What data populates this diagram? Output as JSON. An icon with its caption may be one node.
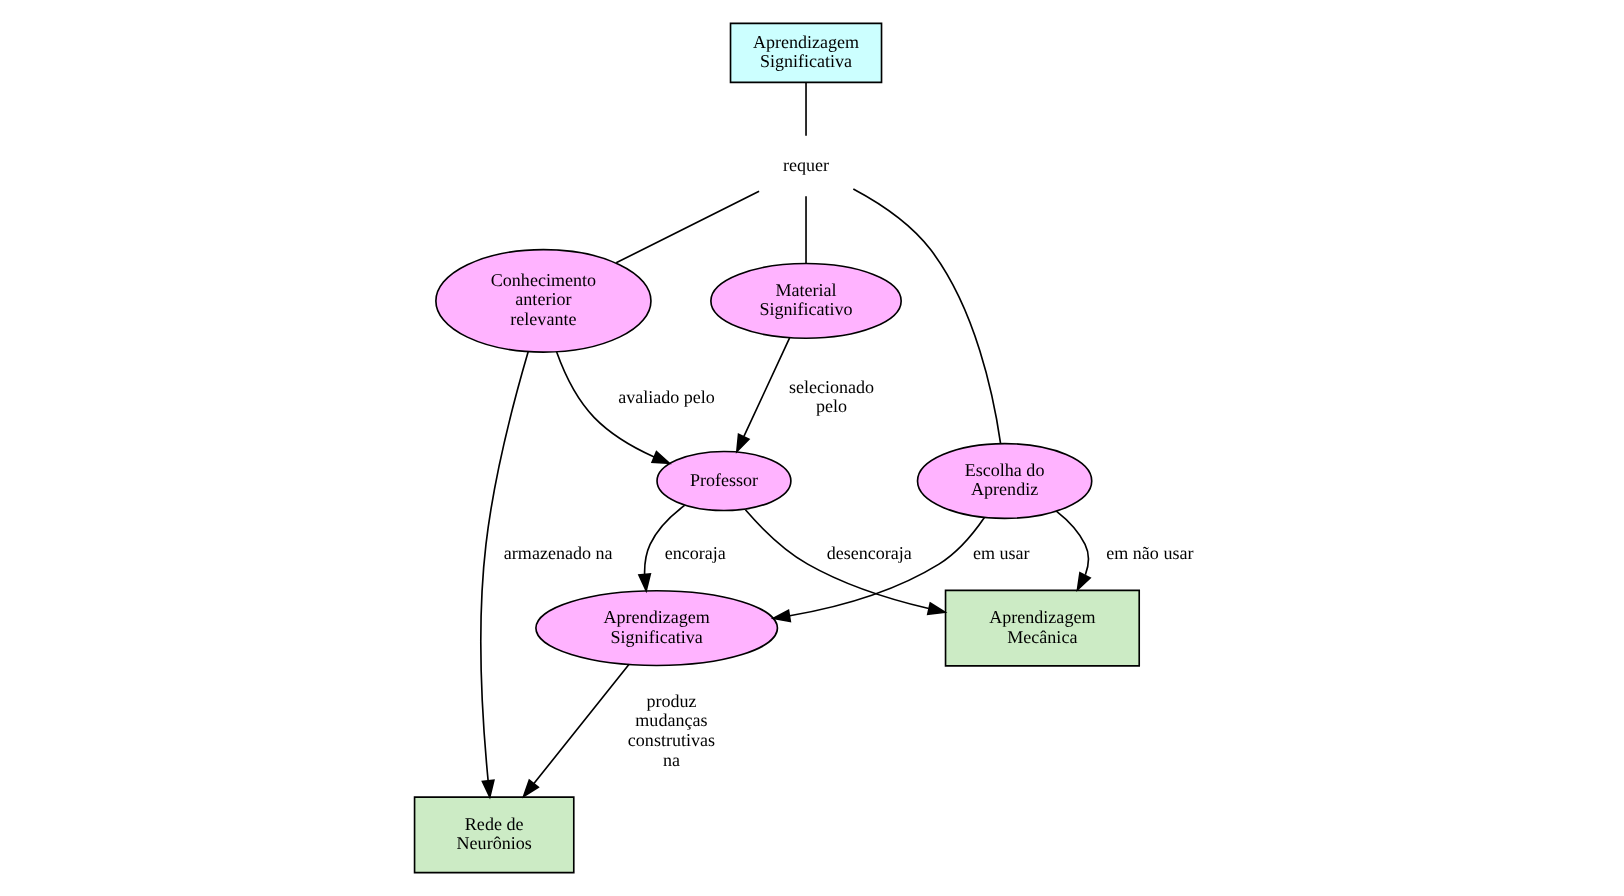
{
  "diagram": {
    "nodes": [
      {
        "text": [
          "Aprendizagem Significativa"
        ]
      },
      {
        "text": [
          "requer"
        ]
      },
      {
        "text": [
          "Conhecimento anterior relevante"
        ]
      },
      {
        "text": [
          "Material Significativo"
        ]
      },
      {
        "text": [
          "Escolha do Aprendiz"
        ]
      },
      {
        "text": [
          "Aprendizagem Significativa"
        ]
      },
      {
        "text": [
          "Professor"
        ]
      },
      {
        "text": [
          "Rede de Neurônios"
        ]
      },
      {
        "text": [
          "Aprendizagem Mecânica"
        ]
      }
    ],
    "edges": [
      {
        "from": 0,
        "to": 1,
        "arrow": "none"
      },
      {
        "from": 1,
        "to": 2,
        "arrow": "none"
      },
      {
        "from": 1,
        "to": 3,
        "arrow": "none"
      },
      {
        "from": 1,
        "to": 4,
        "arrow": "none"
      },
      {
        "from": 2,
        "to": 7,
        "label": "armazenado na",
        "arrow": "to"
      },
      {
        "from": 2,
        "to": 6,
        "label": "avaliado pelo",
        "arrow": "to"
      },
      {
        "from": 3,
        "to": 6,
        "label": "selecionado pelo",
        "arrow": "to"
      },
      {
        "from": 4,
        "to": 5,
        "label": "em usar",
        "arrow": "to"
      },
      {
        "from": 4,
        "to": 8,
        "label": "em não usar",
        "arrow": "to"
      },
      {
        "from": 6,
        "to": 5,
        "label": "encoraja",
        "arrow": "to"
      },
      {
        "from": 6,
        "to": 8,
        "label": "desencoraja",
        "arrow": "to"
      },
      {
        "from": 5,
        "to": 7,
        "label": "produz mudanças construtivas na",
        "arrow": "to"
      }
    ]
  }
}
